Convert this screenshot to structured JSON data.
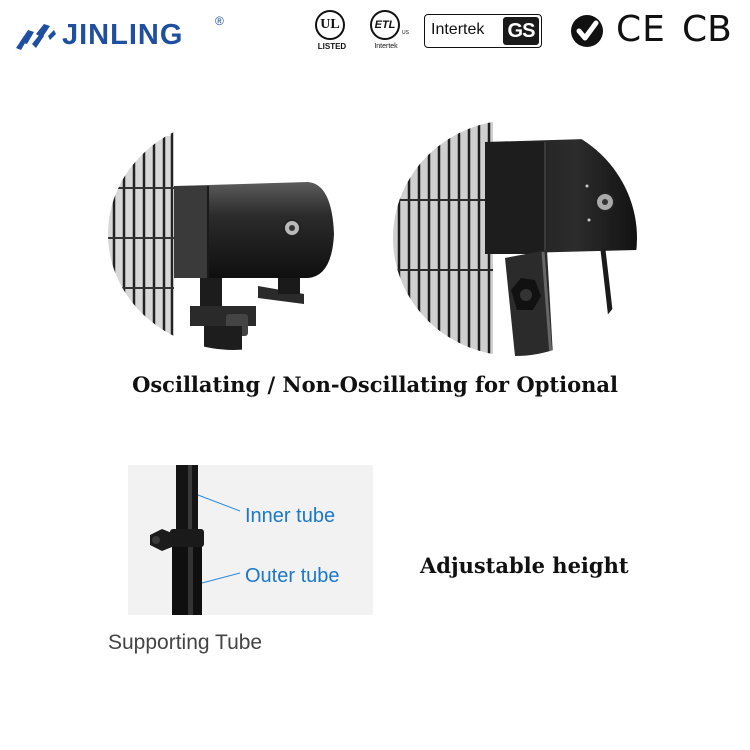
{
  "header": {
    "brand": "JINLING",
    "registered_mark": "®",
    "brand_color": "#1f4fa0"
  },
  "certifications": {
    "ul": {
      "mark": "UL",
      "label": "LISTED"
    },
    "etl": {
      "mark": "ETL",
      "label": "Intertek",
      "region": "US"
    },
    "intertek_gs": {
      "label": "Intertek",
      "mark": "GS"
    },
    "ccc_icon": "ccc-check-icon",
    "ce": "CE",
    "cb": "CB"
  },
  "features": {
    "oscillation_caption": "Oscillating / Non-Oscillating for Optional",
    "height_caption": "Adjustable height"
  },
  "tube_diagram": {
    "inner_label": "Inner tube",
    "outer_label": "Outer tube",
    "caption": "Supporting Tube",
    "label_color": "#1b78c8"
  }
}
